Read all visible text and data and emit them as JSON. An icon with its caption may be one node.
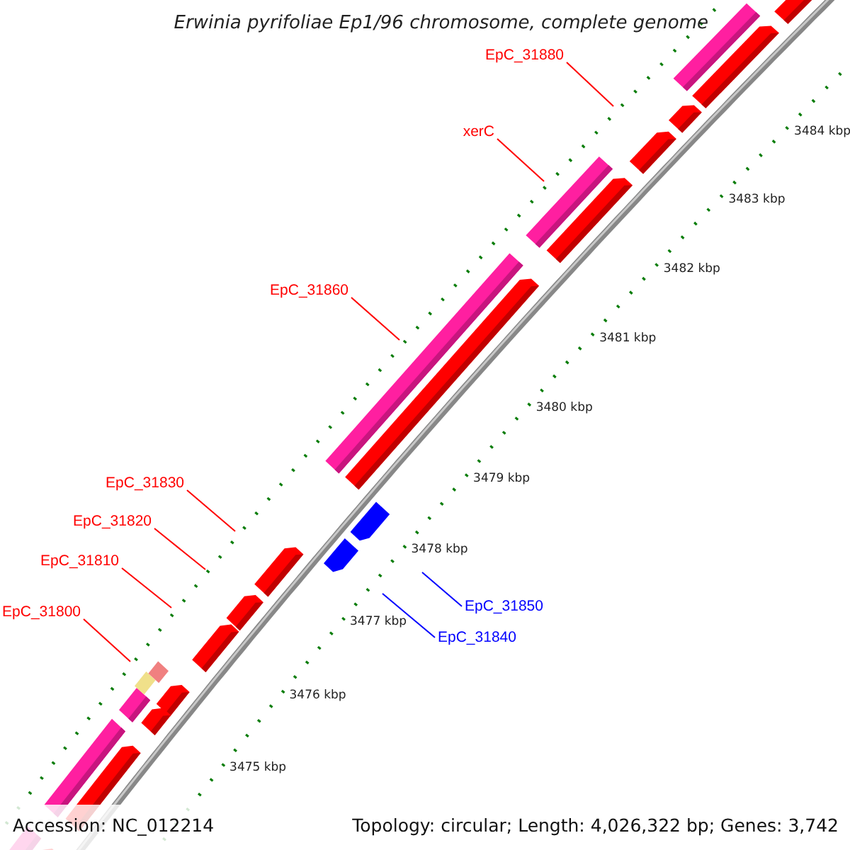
{
  "diagram": {
    "title": "Erwinia pyrifoliae Ep1/96 chromosome, complete genome",
    "nodes": [
      {
        "text": [
          "EpC_31880"
        ]
      },
      {
        "text": [
          "xerC"
        ]
      },
      {
        "text": [
          "EpC_31860"
        ]
      },
      {
        "text": [
          "EpC_31830"
        ]
      },
      {
        "text": [
          "EpC_31820"
        ]
      },
      {
        "text": [
          "EpC_31810"
        ]
      },
      {
        "text": [
          "EpC_31800"
        ]
      },
      {
        "text": [
          "EpC_31850"
        ]
      },
      {
        "text": [
          "EpC_31840"
        ]
      }
    ],
    "edges": [
      {
        "from": 0,
        "to": null,
        "arrow": "none"
      },
      {
        "from": 1,
        "to": null,
        "arrow": "none"
      },
      {
        "from": 2,
        "to": null,
        "arrow": "none"
      },
      {
        "from": 3,
        "to": null,
        "arrow": "none"
      },
      {
        "from": 4,
        "to": null,
        "arrow": "none"
      },
      {
        "from": 5,
        "to": null,
        "arrow": "none"
      },
      {
        "from": 6,
        "to": null,
        "arrow": "none"
      },
      {
        "from": 7,
        "to": null,
        "arrow": "none",
        "color": "#0000ff"
      },
      {
        "from": 8,
        "to": null,
        "arrow": "none",
        "color": "#0000ff"
      }
    ],
    "labels": [
      "3484 kbp",
      "3483 kbp",
      "3482 kbp",
      "3481 kbp",
      "3480 kbp",
      "3479 kbp",
      "3478 kbp",
      "3477 kbp",
      "3476 kbp",
      "3475 kbp",
      "Accession: NC_012214",
      "Topology: circular; Length: 4,026,322 bp; Genes: 3,742"
    ]
  }
}
